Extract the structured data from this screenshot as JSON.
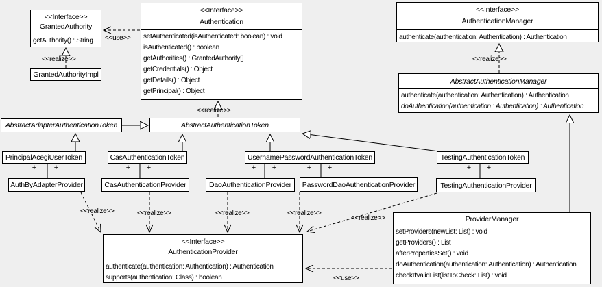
{
  "labels": {
    "use": "<<use>>",
    "realize": "<<realize>>",
    "plus": "+"
  },
  "classes": {
    "grantedAuthority": {
      "stereotype": "<<Interface>>",
      "name": "GrantedAuthority",
      "methods": [
        "getAuthority() : String"
      ]
    },
    "grantedAuthorityImpl": {
      "name": "GrantedAuthorityImpl"
    },
    "authentication": {
      "stereotype": "<<Interface>>",
      "name": "Authentication",
      "methods": [
        "setAuthenticated(isAuthenticated: boolean) : void",
        "isAuthenticated() : boolean",
        "getAuthorities() : GrantedAuthority[]",
        "getCredentials() : Object",
        "getDetails() : Object",
        "getPrincipal() : Object"
      ]
    },
    "authenticationManager": {
      "stereotype": "<<Interface>>",
      "name": "AuthenticationManager",
      "methods": [
        "authenticate(authentication: Authentication) : Authentication"
      ]
    },
    "abstractAuthenticationManager": {
      "name": "AbstractAuthenticationManager",
      "abstract": true,
      "methods": [
        "authenticate(authentication: Authentication) : Authentication",
        "doAuthentication(authentication : Authentication) : Authentication"
      ]
    },
    "abstractAdapterAuthenticationToken": {
      "name": "AbstractAdapterAuthenticationToken",
      "abstract": true
    },
    "abstractAuthenticationToken": {
      "name": "AbstractAuthenticationToken",
      "abstract": true
    },
    "principalAcegiUserToken": {
      "name": "PrincipalAcegiUserToken"
    },
    "casAuthenticationToken": {
      "name": "CasAuthenticationToken"
    },
    "usernamePasswordAuthenticationToken": {
      "name": "UsernamePasswordAuthenticationToken"
    },
    "testingAuthenticationToken": {
      "name": "TestingAuthenticationToken"
    },
    "authByAdapterProvider": {
      "name": "AuthByAdapterProvider"
    },
    "casAuthenticationProvider": {
      "name": "CasAuthenticationProvider"
    },
    "daoAuthenticationProvider": {
      "name": "DaoAuthenticationProvider"
    },
    "passwordDaoAuthenticationProvider": {
      "name": "PasswordDaoAuthenticationProvider"
    },
    "testingAuthenticationProvider": {
      "name": "TestingAuthenticationProvider"
    },
    "authenticationProvider": {
      "stereotype": "<<Interface>>",
      "name": "AuthenticationProvider",
      "methods": [
        "authenticate(authentication: Authentication) : Authentication",
        "supports(authentication: Class) : boolean"
      ]
    },
    "providerManager": {
      "name": "ProviderManager",
      "methods": [
        "setProviders(newList: List) : void",
        "getProviders() : List",
        "afterPropertiesSet() : void",
        "doAuthentication(authentication: Authentication) : Authentication",
        "checkIfValidList(listToCheck: List) : void"
      ]
    }
  },
  "relationships": [
    {
      "from": "Authentication",
      "to": "GrantedAuthority",
      "type": "dependency",
      "label": "<<use>>"
    },
    {
      "from": "GrantedAuthorityImpl",
      "to": "GrantedAuthority",
      "type": "realization",
      "label": "<<realize>>"
    },
    {
      "from": "AbstractAuthenticationToken",
      "to": "Authentication",
      "type": "realization",
      "label": "<<realize>>"
    },
    {
      "from": "AbstractAuthenticationManager",
      "to": "AuthenticationManager",
      "type": "realization",
      "label": "<<realize>>"
    },
    {
      "from": "AbstractAdapterAuthenticationToken",
      "to": "AbstractAuthenticationToken",
      "type": "generalization"
    },
    {
      "from": "PrincipalAcegiUserToken",
      "to": "AbstractAdapterAuthenticationToken",
      "type": "generalization"
    },
    {
      "from": "CasAuthenticationToken",
      "to": "AbstractAuthenticationToken",
      "type": "generalization"
    },
    {
      "from": "UsernamePasswordAuthenticationToken",
      "to": "AbstractAuthenticationToken",
      "type": "generalization"
    },
    {
      "from": "TestingAuthenticationToken",
      "to": "AbstractAuthenticationToken",
      "type": "generalization"
    },
    {
      "from": "ProviderManager",
      "to": "AbstractAuthenticationManager",
      "type": "generalization"
    },
    {
      "from": "PrincipalAcegiUserToken",
      "to": "AuthByAdapterProvider",
      "type": "association",
      "ends": "+ +"
    },
    {
      "from": "CasAuthenticationToken",
      "to": "CasAuthenticationProvider",
      "type": "association",
      "ends": "+ +"
    },
    {
      "from": "UsernamePasswordAuthenticationToken",
      "to": "DaoAuthenticationProvider",
      "type": "association",
      "ends": "+ +"
    },
    {
      "from": "UsernamePasswordAuthenticationToken",
      "to": "PasswordDaoAuthenticationProvider",
      "type": "association",
      "ends": "+ +"
    },
    {
      "from": "TestingAuthenticationToken",
      "to": "TestingAuthenticationProvider",
      "type": "association",
      "ends": "+ +"
    },
    {
      "from": "AuthByAdapterProvider",
      "to": "AuthenticationProvider",
      "type": "realization",
      "label": "<<realize>>"
    },
    {
      "from": "CasAuthenticationProvider",
      "to": "AuthenticationProvider",
      "type": "realization",
      "label": "<<realize>>"
    },
    {
      "from": "DaoAuthenticationProvider",
      "to": "AuthenticationProvider",
      "type": "realization",
      "label": "<<realize>>"
    },
    {
      "from": "PasswordDaoAuthenticationProvider",
      "to": "AuthenticationProvider",
      "type": "realization",
      "label": "<<realize>>"
    },
    {
      "from": "TestingAuthenticationProvider",
      "to": "AuthenticationProvider",
      "type": "realization",
      "label": "<<realize>>"
    },
    {
      "from": "ProviderManager",
      "to": "AuthenticationProvider",
      "type": "dependency",
      "label": "<<use>>"
    }
  ]
}
